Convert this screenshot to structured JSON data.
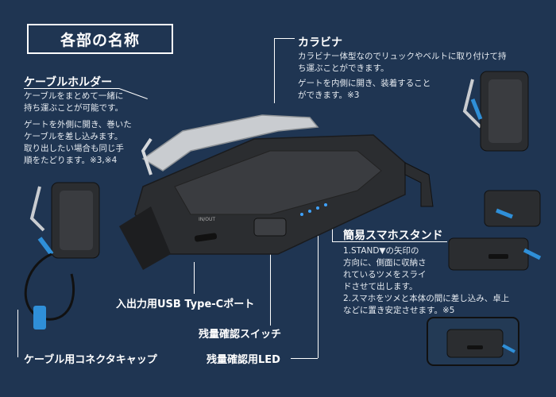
{
  "title": "各部の名称",
  "cable_holder": {
    "heading": "ケーブルホルダー",
    "desc1_line1": "ケーブルをまとめて一緒に",
    "desc1_line2": "持ち運ぶことが可能です。",
    "desc2_line1": "ゲートを外側に開き、巻いた",
    "desc2_line2": "ケーブルを差し込みます。",
    "desc2_line3": "取り出したい場合も同じ手",
    "desc2_line4": "順をたどります。※3,※4"
  },
  "carabiner": {
    "heading": "カラビナ",
    "desc1_line1": "カラビナー体型なのでリュックやベルトに取り付けて持",
    "desc1_line2": "ち運ぶことができます。",
    "desc2_line1": "ゲートを内側に開き、装着すること",
    "desc2_line2": "ができます。※3"
  },
  "stand": {
    "heading": "簡易スマホスタンド",
    "step1_line1": "1.STAND▼の矢印の",
    "step1_line2": "方向に、側面に収納さ",
    "step1_line3": "れているツメをスライ",
    "step1_line4": "ドさせて出します。",
    "step2_line1": "2.スマホをツメと本体の間に差し込み、卓上",
    "step2_line2": "などに置き安定させます。※5"
  },
  "labels": {
    "usb_port": "入出力用USB Type-Cポート",
    "check_switch": "残量確認スイッチ",
    "led": "残量確認用LED",
    "connector_cap": "ケーブル用コネクタキャップ"
  },
  "device_marks": {
    "in_out": "IN/OUT"
  },
  "colors": {
    "background": "#1f3552",
    "device_body": "#2b2d30",
    "accent_blue": "#2f8fd8",
    "metal": "#c9ccd0",
    "led": "#3fa2ff"
  }
}
